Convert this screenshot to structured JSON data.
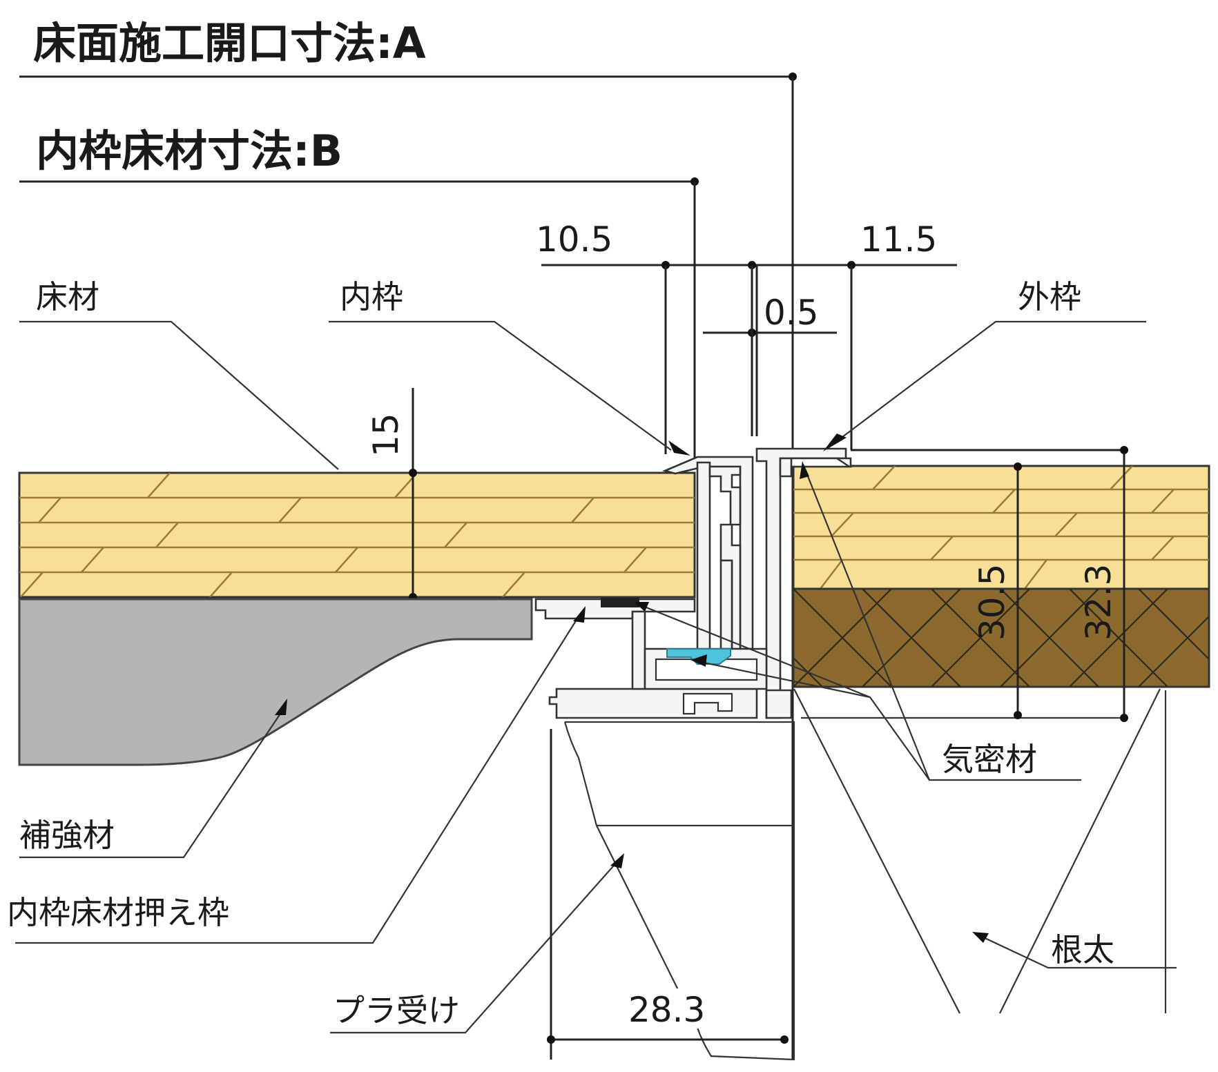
{
  "titles": {
    "opening_a": "床面施工開口寸法:A",
    "inner_floor_b": "内枠床材寸法:B"
  },
  "labels": {
    "flooring": "床材",
    "inner_frame": "内枠",
    "outer_frame": "外枠",
    "reinforcement": "補強材",
    "inner_frame_floor_holder": "内枠床材押え枠",
    "plastic_receiver": "プラ受け",
    "airtight_material": "気密材",
    "joist": "根太"
  },
  "dimensions": {
    "d_10_5": "10.5",
    "d_11_5": "11.5",
    "d_0_5": "0.5",
    "d_15": "15",
    "d_30_5": "30.5",
    "d_32_3": "32.3",
    "d_28_3": "28.3"
  },
  "colors": {
    "wood": "#f7df96",
    "wood_grain": "#9a7a36",
    "subfloor": "#8c6a2e",
    "reinforcement": "#b5b5b5",
    "airtight": "#4fc3dc",
    "aluminum": "#f4f5f5"
  }
}
